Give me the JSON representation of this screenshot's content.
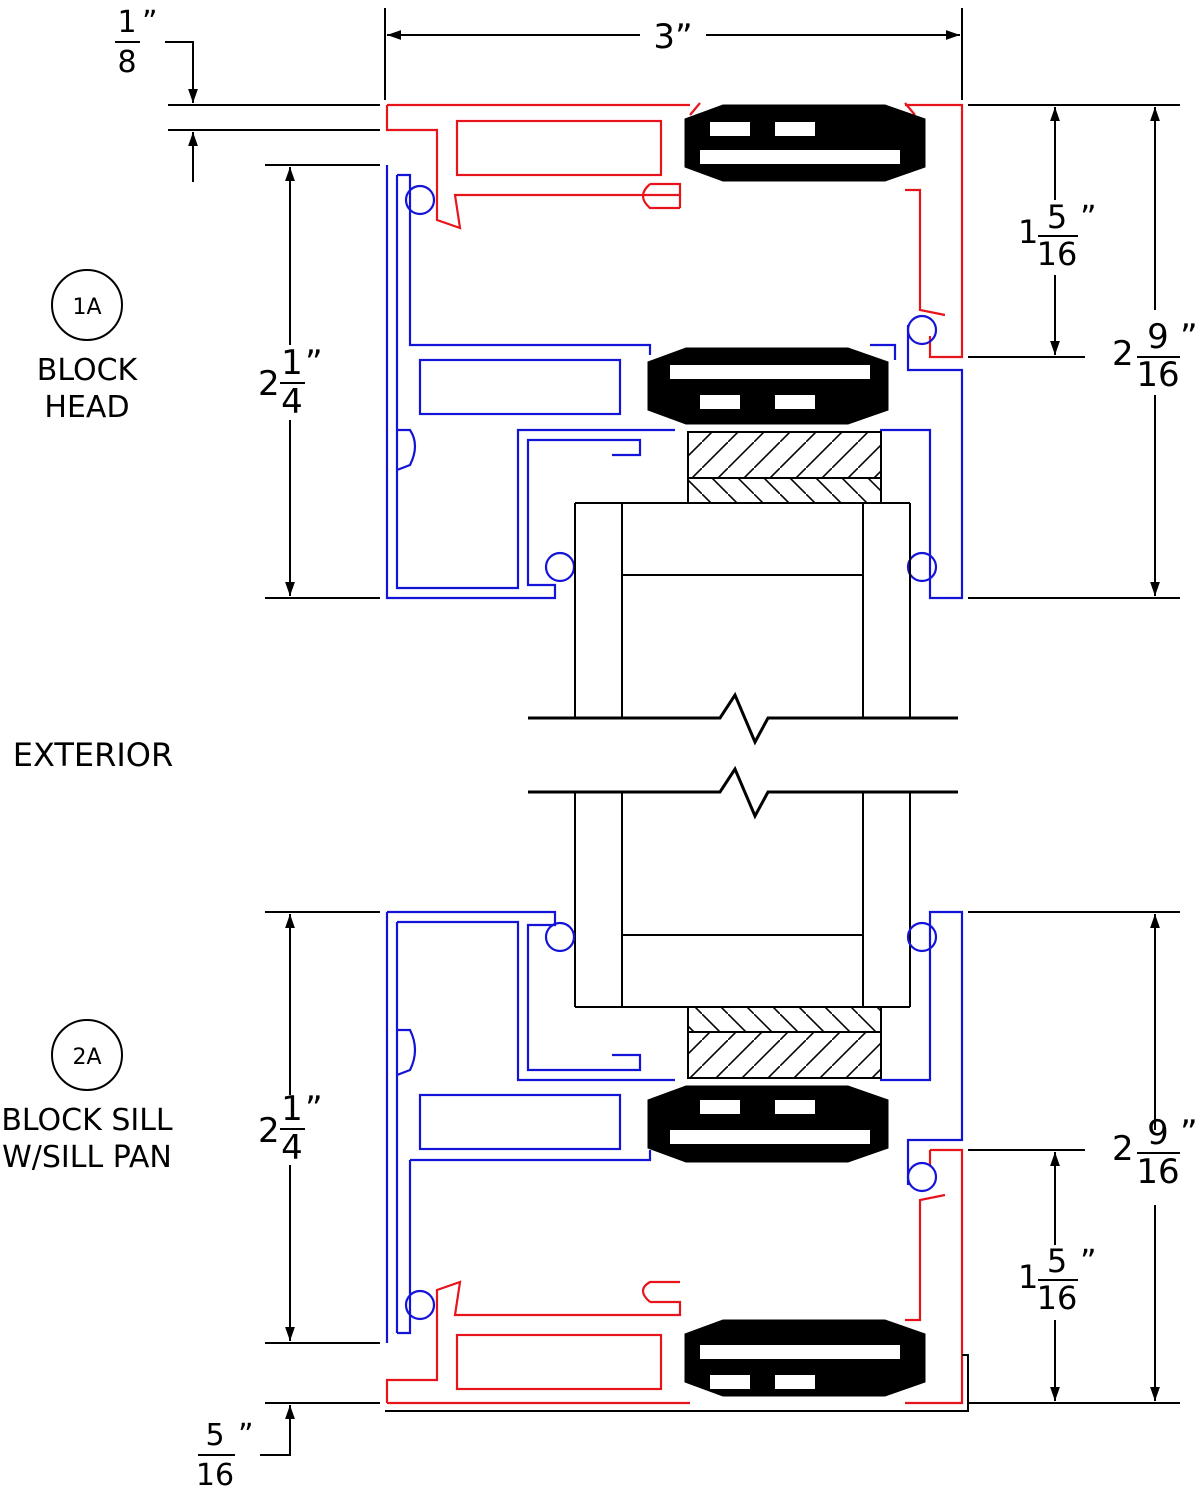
{
  "colors": {
    "outer_frame": "#e8141b",
    "inner_frame": "#1414d8",
    "gasket": "#000000",
    "lines": "#000000"
  },
  "labels": {
    "exterior": "EXTERIOR",
    "head_bubble": "1A",
    "head_line1": "BLOCK",
    "head_line2": "HEAD",
    "sill_bubble": "2A",
    "sill_line1": "BLOCK SILL",
    "sill_line2": "W/SILL PAN"
  },
  "dimensions": {
    "top_offset": {
      "num": "1",
      "den": "8",
      "mark": "”"
    },
    "overall_width": {
      "text": "3”"
    },
    "head_outer": {
      "whole": "1",
      "num": "5",
      "den": "16",
      "mark": "”"
    },
    "head_total": {
      "whole": "2",
      "num": "9",
      "den": "16",
      "mark": "”"
    },
    "head_inner": {
      "whole": "2",
      "num": "1",
      "den": "4",
      "mark": "”"
    },
    "sill_inner": {
      "whole": "2",
      "num": "1",
      "den": "4",
      "mark": "”"
    },
    "sill_total": {
      "whole": "2",
      "num": "9",
      "den": "16",
      "mark": "”"
    },
    "sill_outer": {
      "whole": "1",
      "num": "5",
      "den": "16",
      "mark": "”"
    },
    "bottom_offset": {
      "num": "5",
      "den": "16",
      "mark": "”"
    }
  },
  "icons": [
    "detail-bubble-icon",
    "gasket-icon",
    "setting-block-icon",
    "break-line-icon"
  ]
}
